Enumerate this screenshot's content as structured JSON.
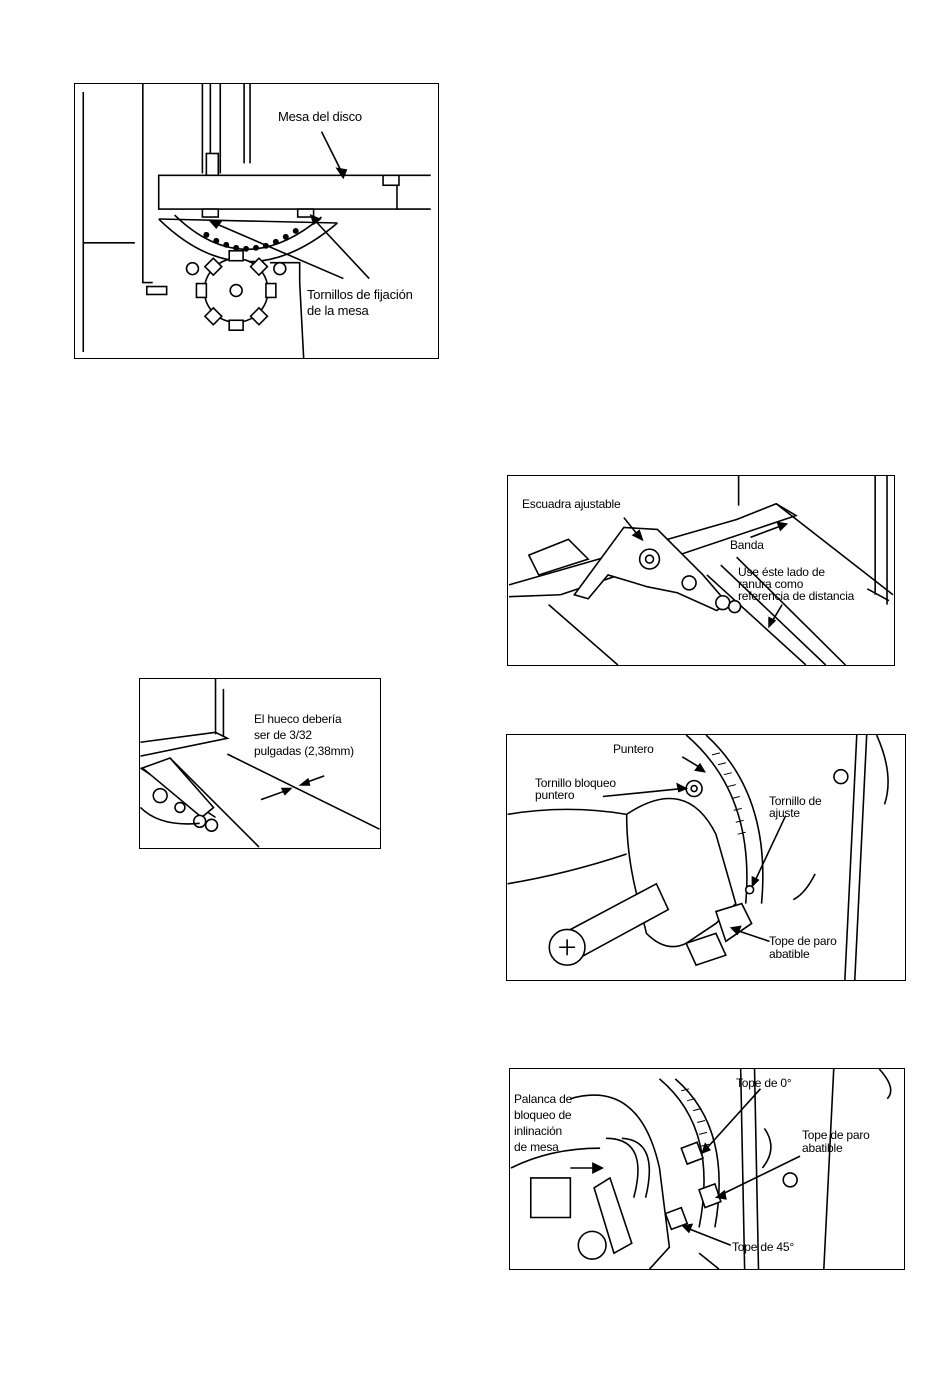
{
  "figures": [
    {
      "id": "fig1",
      "labels": {
        "mesa": "Mesa del disco",
        "tornillos_1": "Tornillos de fijación",
        "tornillos_2": "de la mesa"
      }
    },
    {
      "id": "fig2",
      "labels": {
        "escuadra": "Escuadra ajustable",
        "banda": "Banda",
        "use_1": "Use éste lado de",
        "use_2": "ranura como",
        "use_3": "referencia de distancia"
      }
    },
    {
      "id": "fig3",
      "labels": {
        "hueco_1": "El hueco debería",
        "hueco_2": "ser de 3/32",
        "hueco_3": "pulgadas (2,38mm)"
      }
    },
    {
      "id": "fig4",
      "labels": {
        "puntero": "Puntero",
        "bloqueo_1": "Tornillo bloqueo",
        "bloqueo_2": "puntero",
        "ajuste_1": "Tornillo de",
        "ajuste_2": "ajuste",
        "tope_1": "Tope de paro",
        "tope_2": "abatible"
      }
    },
    {
      "id": "fig5",
      "labels": {
        "palanca_1": "Palanca de",
        "palanca_2": "bloqueo de",
        "palanca_3": "inlinación",
        "palanca_4": "de mesa",
        "tope0": "Tope de 0°",
        "tope_paro_1": "Tope de paro",
        "tope_paro_2": "abatible",
        "tope45": "Tope de 45°"
      }
    }
  ]
}
